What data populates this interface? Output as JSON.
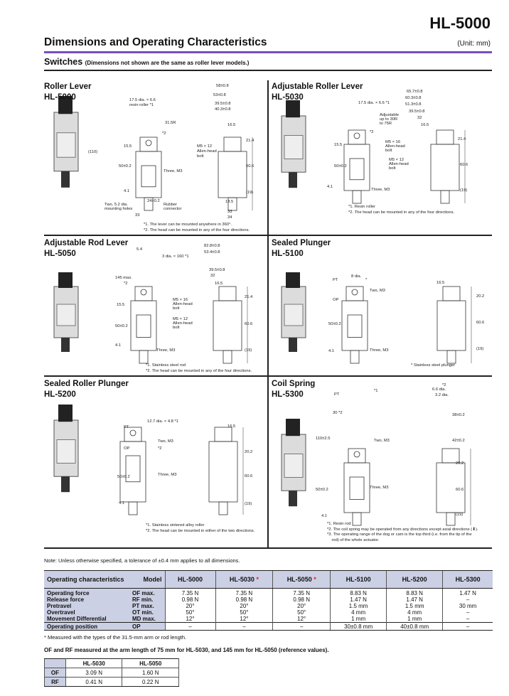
{
  "header": {
    "title": "HL-5000",
    "heading": "Dimensions and Operating Characteristics",
    "unit": "(Unit: mm)",
    "sub_title": "Switches",
    "sub_note": "(Dimensions not shown are the same as roller lever models.)"
  },
  "cells": [
    {
      "title": "Roller Lever",
      "model": "HL-5000",
      "labels": [
        "17.5 dia. × 6.6",
        "resin roller *1",
        "31.5R",
        "*2",
        "15.5",
        "(110)",
        "50±0.2",
        "Three, M3",
        "4.1",
        "Two, 5.2 dia.",
        "mounting holes",
        "24±0.2",
        "33",
        "Rubber",
        "connector",
        "58±0.8",
        "53±0.8",
        "39.5±0.8",
        "40.3±0.8",
        "16.5",
        "21.4",
        "M5 × 12",
        "Allen-head",
        "bolt",
        "60.6",
        "(19)",
        "18.5",
        "33",
        "34"
      ],
      "footnotes": [
        "*1. The lever can be mounted anywhere in 360°.",
        "*2. The head can be mounted in any of the four directions."
      ]
    },
    {
      "title": "Adjustable Roller Lever",
      "model": "HL-5030",
      "labels": [
        "17.5 dia. × 6.6 *1",
        "Adjustable",
        "up to 30R",
        "to 75R",
        "*2",
        "15.5",
        "50±0.2",
        "Three, M3",
        "4.1",
        "65.7±0.8",
        "60.3±0.8",
        "51.3±0.8",
        "39.5±0.8",
        "32",
        "16.5",
        "21.4",
        "M5 × 16",
        "Allen-head",
        "bolt",
        "M5 × 12",
        "Allen-head",
        "bolt",
        "60.6",
        "(19)"
      ],
      "footnotes": [
        "*1. Resin roller",
        "*2. The head can be mounted in any of the four directions."
      ]
    },
    {
      "title": "Adjustable Rod Lever",
      "model": "HL-5050",
      "labels": [
        "5.4",
        "3 dia. × 160 *1",
        "145 max.",
        "*2",
        "15.5",
        "50±0.2",
        "4.1",
        "Three, M3",
        "82.8±0.8",
        "53.4±0.8",
        "39.5±0.8",
        "32",
        "16.5",
        "M5 × 16",
        "Allen-head",
        "bolt",
        "M5 × 12",
        "Allen-head",
        "bolt",
        "21.4",
        "60.6",
        "(19)"
      ],
      "footnotes": [
        "*1. Stainless steel rod",
        "*2. The head can be mounted in any of the four directions."
      ]
    },
    {
      "title": "Sealed Plunger",
      "model": "HL-5100",
      "labels": [
        "8 dia.",
        "*",
        "PT",
        "OP",
        "Two, M3",
        "50±0.2",
        "4.1",
        "Three, M3",
        "16.5",
        "20.2",
        "60.6",
        "(19)"
      ],
      "footnotes": [
        "* Stainless steel plunger"
      ]
    },
    {
      "title": "Sealed Roller Plunger",
      "model": "HL-5200",
      "labels": [
        "12.7 dia. × 4.8 *1",
        "PT",
        "OP",
        "Two, M3",
        "*2",
        "50±0.2",
        "Three, M3",
        "4.1",
        "16.5",
        "20.2",
        "60.6",
        "(19)"
      ],
      "footnotes": [
        "*1. Stainless sintered alloy roller",
        "*2. The head can be mounted in either of the two directions."
      ]
    },
    {
      "title": "Coil Spring",
      "model": "HL-5300",
      "labels": [
        "PT",
        "*1",
        "30 *2",
        "110±2.5",
        "Two, M3",
        "50±0.2",
        "Three, M3",
        "4.1",
        "6.6 dia.",
        "3.2 dia.",
        "*2",
        "38±0.2",
        "42±0.2",
        "20.2",
        "60.6",
        "(19)"
      ],
      "footnotes": [
        "*1. Resin rod",
        "*2. The coil spring may be operated from any directions except axial directions (⬇).",
        "*3. The operating range of the dog or cam is the top third (i.e. from the tip of the",
        "    rod) of the whole actuator."
      ]
    }
  ],
  "note": "Note: Unless otherwise specified, a tolerance of ±0.4 mm applies to all dimensions.",
  "spec": {
    "corner": "Operating characteristics",
    "model_label": "Model",
    "models": [
      {
        "name": "HL-5000",
        "star": ""
      },
      {
        "name": "HL-5030",
        "star": "*"
      },
      {
        "name": "HL-5050",
        "star": "*"
      },
      {
        "name": "HL-5100",
        "star": ""
      },
      {
        "name": "HL-5200",
        "star": ""
      },
      {
        "name": "HL-5300",
        "star": ""
      }
    ],
    "rows": [
      {
        "name": "Operating force",
        "abbr": "OF max.",
        "values": [
          "7.35 N",
          "7.35 N",
          "7.35 N",
          "8.83 N",
          "8.83 N",
          "1.47 N"
        ]
      },
      {
        "name": "Release force",
        "abbr": "RF min.",
        "values": [
          "0.98 N",
          "0.98 N",
          "0.98 N",
          "1.47 N",
          "1.47 N",
          "–"
        ]
      },
      {
        "name": "Pretravel",
        "abbr": "PT max.",
        "values": [
          "20°",
          "20°",
          "20°",
          "1.5 mm",
          "1.5 mm",
          "30 mm"
        ]
      },
      {
        "name": "Overtravel",
        "abbr": "OT min.",
        "values": [
          "50°",
          "50°",
          "50°",
          "4 mm",
          "4 mm",
          "–"
        ]
      },
      {
        "name": "Movement Differential",
        "abbr": "MD max.",
        "values": [
          "12°",
          "12°",
          "12°",
          "1 mm",
          "1 mm",
          "–"
        ]
      },
      {
        "name": "Operating position",
        "abbr": "OP",
        "values": [
          "–",
          "–",
          "–",
          "30±0.8 mm",
          "40±0.8 mm",
          "–"
        ]
      }
    ]
  },
  "footnote": "* Measured with the types of the 31.5-mm arm or rod length.",
  "ofrf_note": "OF and RF measured at the arm length of 75 mm for HL-5030, and 145 mm for HL-5050 (reference values).",
  "ref": {
    "cols": [
      "HL-5030",
      "HL-5050"
    ],
    "rows": [
      {
        "name": "OF",
        "values": [
          "3.09 N",
          "1.60 N"
        ]
      },
      {
        "name": "RF",
        "values": [
          "0.41 N",
          "0.22 N"
        ]
      }
    ]
  },
  "colors": {
    "accent_rule": "#7a4dbf",
    "table_header": "#ccd0e4"
  }
}
